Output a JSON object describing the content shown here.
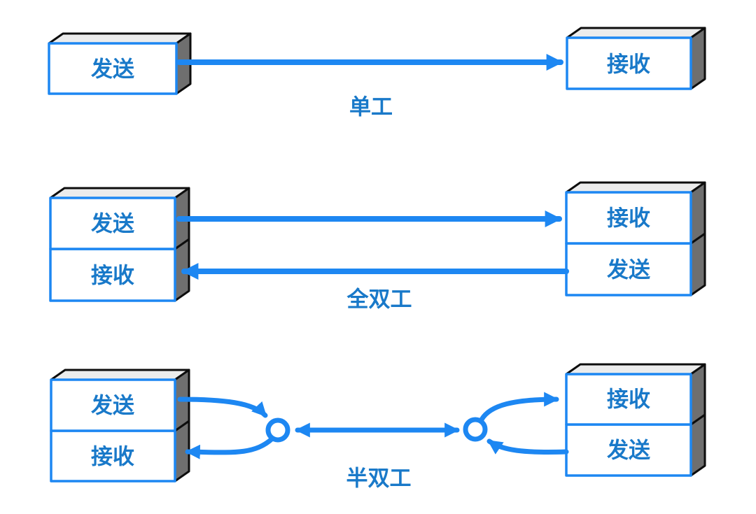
{
  "diagram": {
    "background": "#ffffff",
    "colors": {
      "arrow_blue": "#1d87f2",
      "text_blue": "#1979c9",
      "box_top_gray": "#ececec",
      "box_side_gray": "#6f6f6f",
      "outline_black": "#0d0d0d"
    },
    "rows": [
      {
        "id": "simplex",
        "caption": "单工",
        "left_units": [
          "发送"
        ],
        "right_units": [
          "接收"
        ]
      },
      {
        "id": "full-duplex",
        "caption": "全双工",
        "left_units": [
          "发送",
          "接收"
        ],
        "right_units": [
          "接收",
          "发送"
        ]
      },
      {
        "id": "half-duplex",
        "caption": "半双工",
        "left_units": [
          "发送",
          "接收"
        ],
        "right_units": [
          "接收",
          "发送"
        ]
      }
    ]
  }
}
